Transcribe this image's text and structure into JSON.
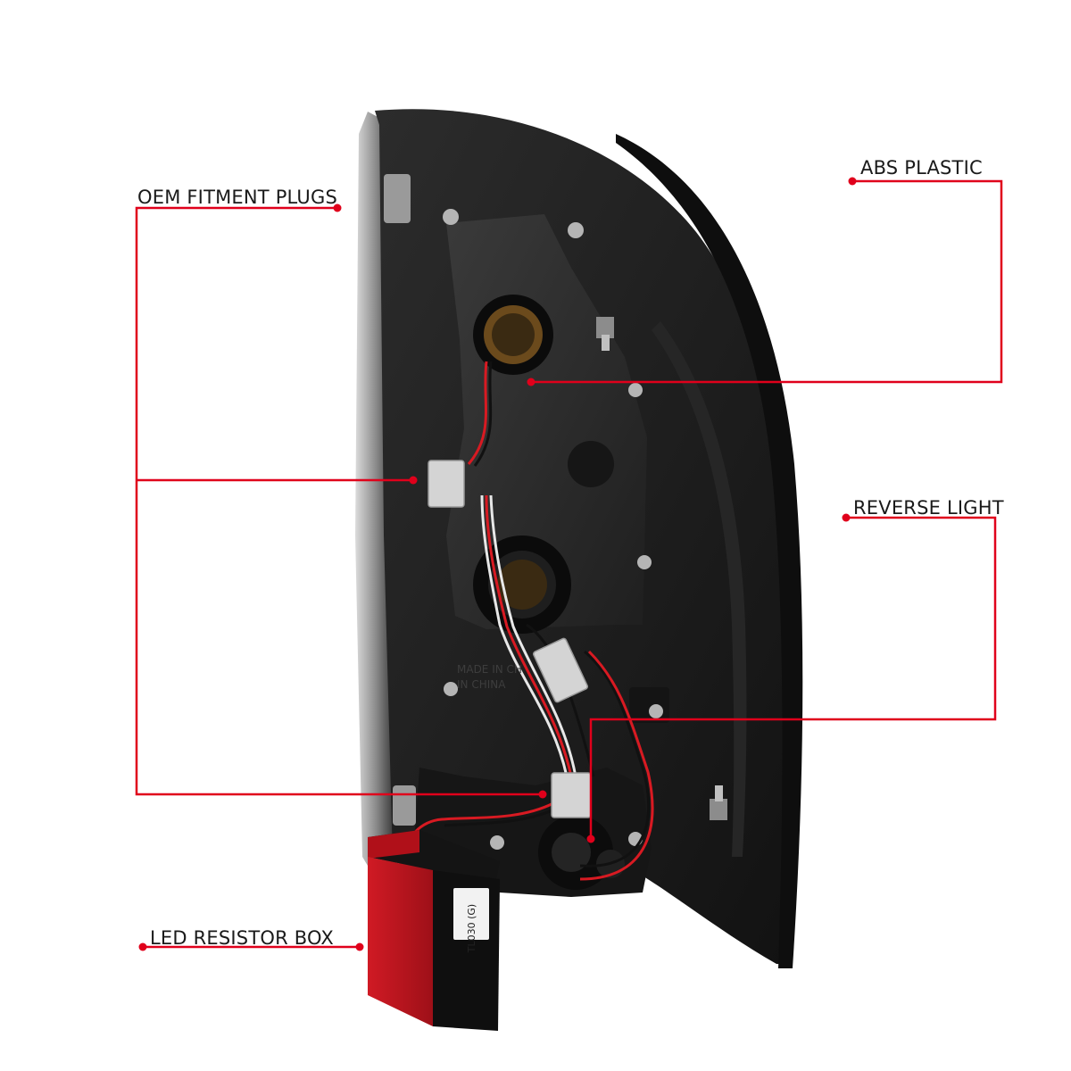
{
  "callouts": {
    "abs_plastic": "ABS PLASTIC",
    "oem_fitment_plugs": "OEM FITMENT PLUGS",
    "reverse_light": "REVERSE LIGHT",
    "led_resistor_box": "LED RESISTOR BOX"
  },
  "embossed_text": {
    "part_label": "TL030 (G)",
    "mold_line_1": "MADE IN CH",
    "mold_line_2": "IN CHINA"
  },
  "colors": {
    "callout_line": "#e0001b",
    "housing": "#1b1b1b",
    "resistor_red": "#b8141e",
    "background": "#ffffff"
  }
}
